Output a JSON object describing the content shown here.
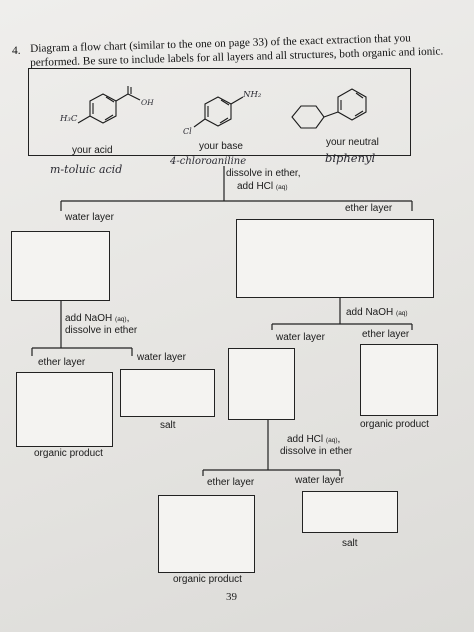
{
  "question": {
    "number": "4.",
    "line1": "Diagram a flow chart (similar to the one on page 33) of the exact extraction that you",
    "line2": "performed.  Be sure to include labels for all layers and all structures, both organic and ionic."
  },
  "top_box": {
    "acid_label": "your acid",
    "base_label": "your base",
    "neutral_label": "your neutral",
    "acid_struct": {
      "sub1": "H₃C",
      "sub2": "OH"
    },
    "base_struct": {
      "sub1": "Cl",
      "sub2": "NH₂"
    }
  },
  "handwritten": {
    "acid": "m-toluic acid",
    "base": "4-chloroaniline",
    "neutral": "biphenyl"
  },
  "step1": {
    "line1": "dissolve in ether,",
    "line2": "add HCl",
    "sub": "(aq)"
  },
  "branch1": {
    "left": "water layer",
    "right": "ether layer"
  },
  "step2_left": {
    "line1": "add NaOH",
    "sub": "(aq)",
    "line1_suffix": ",",
    "line2": "dissolve in ether"
  },
  "step2_right": {
    "line1": "add NaOH",
    "sub": "(aq)"
  },
  "branch2_left": {
    "left": "ether layer",
    "right": "water layer"
  },
  "branch2_right": {
    "left": "water layer",
    "right": "ether layer"
  },
  "results": {
    "organic_product_left": "organic product",
    "salt_left": "salt",
    "organic_product_right": "organic product",
    "salt_bottom": "salt",
    "organic_product_bottom": "organic product"
  },
  "step3": {
    "line1": "add HCl",
    "sub": "(aq)",
    "line1_suffix": ",",
    "line2": "dissolve in ether"
  },
  "branch3": {
    "left": "ether layer",
    "right": "water layer"
  },
  "page_number": "39"
}
